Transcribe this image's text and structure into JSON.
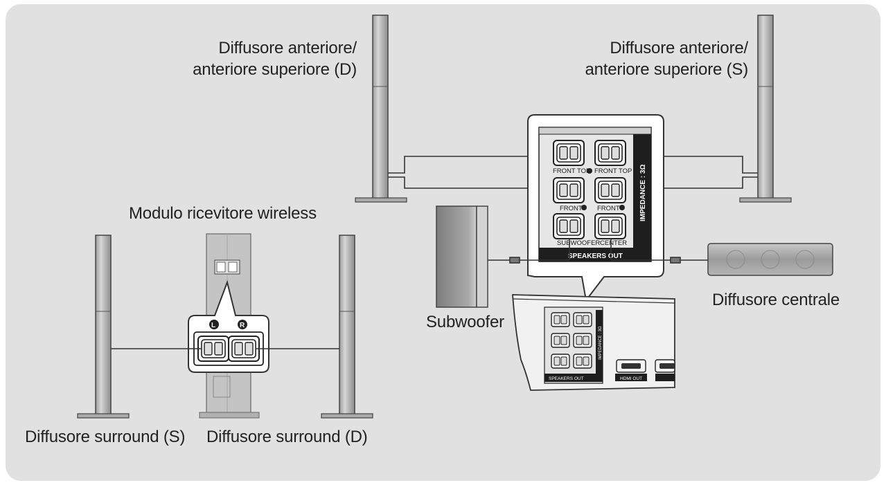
{
  "labels": {
    "front_right_line1": "Diffusore anteriore/",
    "front_right_line2": "anteriore superiore (D)",
    "front_left_line1": "Diffusore anteriore/",
    "front_left_line2": "anteriore superiore (S)",
    "wireless_module": "Modulo ricevitore wireless",
    "subwoofer": "Subwoofer",
    "center": "Diffusore centrale",
    "surround_left": "Diffusore surround (S)",
    "surround_right": "Diffusore surround (D)"
  },
  "panel": {
    "front_top": "FRONT TOP",
    "front": "FRONT",
    "subwoofer": "SUBWOOFER",
    "center": "CENTER",
    "speakers_out": "SPEAKERS OUT",
    "impedance": "IMPEDANCE : 3Ω"
  },
  "unit": {
    "speakers_out": "SPEAKERS OUT",
    "hdmi_out": "HDMI OUT",
    "impedance": "IMPEDANCE : 3Ω"
  },
  "module": {
    "left_tag": "L",
    "right_tag": "R"
  },
  "colors": {
    "background": "#e1e1e1",
    "line": "#333333",
    "speaker_body": "#bdbdbd"
  }
}
